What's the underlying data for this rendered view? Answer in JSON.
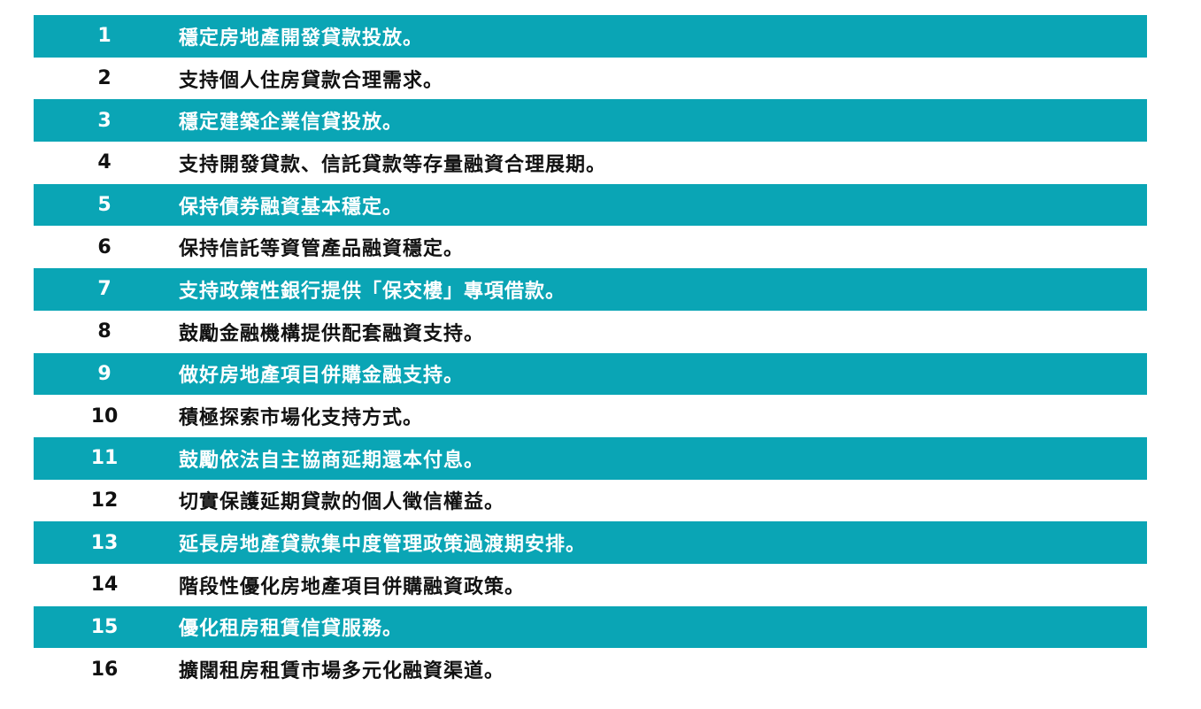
{
  "colors": {
    "accent_row_bg": "#0aa5b5",
    "accent_row_text": "#ffffff",
    "plain_row_text": "#111111"
  },
  "measures": [
    {
      "number": "1",
      "text": "穩定房地產開發貸款投放。"
    },
    {
      "number": "2",
      "text": "支持個人住房貸款合理需求。"
    },
    {
      "number": "3",
      "text": "穩定建築企業信貸投放。"
    },
    {
      "number": "4",
      "text": "支持開發貸款、信託貸款等存量融資合理展期。"
    },
    {
      "number": "5",
      "text": "保持債券融資基本穩定。"
    },
    {
      "number": "6",
      "text": "保持信託等資管產品融資穩定。"
    },
    {
      "number": "7",
      "text": "支持政策性銀行提供「保交樓」專項借款。"
    },
    {
      "number": "8",
      "text": "鼓勵金融機構提供配套融資支持。"
    },
    {
      "number": "9",
      "text": "做好房地產項目併購金融支持。"
    },
    {
      "number": "10",
      "text": "積極探索市場化支持方式。"
    },
    {
      "number": "11",
      "text": "鼓勵依法自主協商延期還本付息。"
    },
    {
      "number": "12",
      "text": "切實保護延期貸款的個人徵信權益。"
    },
    {
      "number": "13",
      "text": "延長房地產貸款集中度管理政策過渡期安排。"
    },
    {
      "number": "14",
      "text": "階段性優化房地產項目併購融資政策。"
    },
    {
      "number": "15",
      "text": "優化租房租賃信貸服務。"
    },
    {
      "number": "16",
      "text": "擴闊租房租賃市場多元化融資渠道。"
    }
  ]
}
